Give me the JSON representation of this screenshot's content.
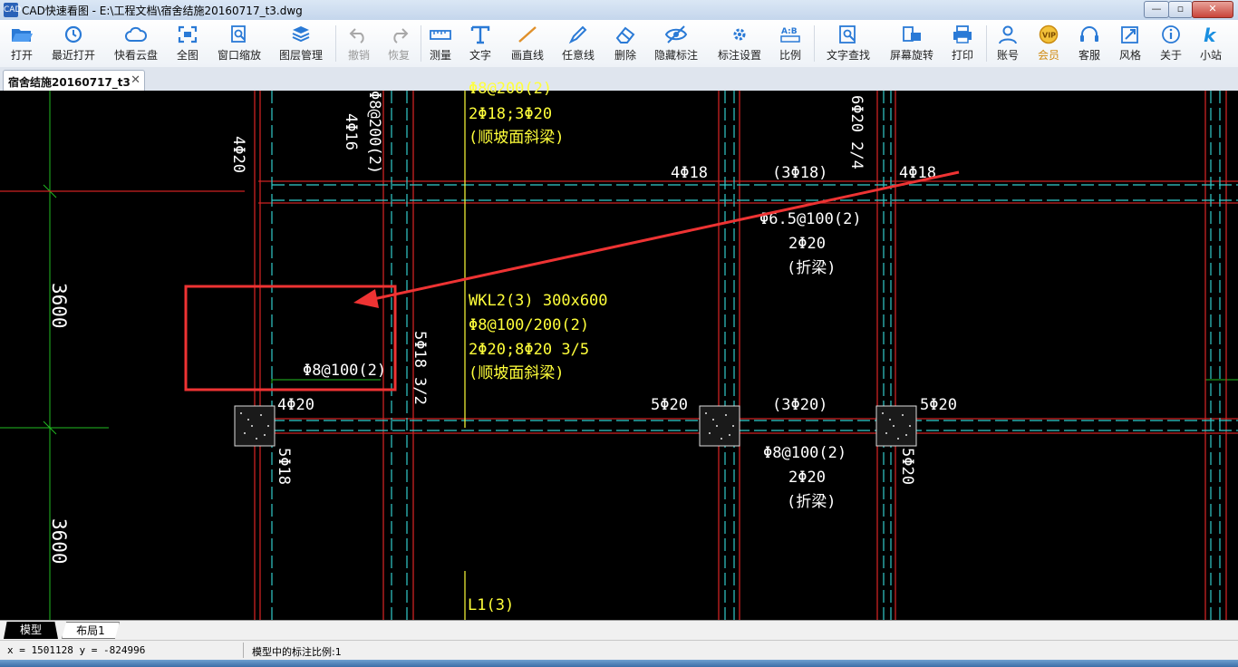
{
  "window": {
    "app_icon_text": "CAD",
    "title": "CAD快速看图 - E:\\工程文档\\宿舍结施20160717_t3.dwg",
    "min_symbol": "—",
    "max_symbol": "▫",
    "close_symbol": "✕"
  },
  "toolbar": [
    {
      "label": "打开",
      "icon": "folder-open-icon",
      "disabled": false
    },
    {
      "label": "最近打开",
      "icon": "recent-clock-icon",
      "disabled": false
    },
    {
      "label": "快看云盘",
      "icon": "cloud-icon",
      "disabled": false
    },
    {
      "label": "全图",
      "icon": "fullview-icon",
      "disabled": false
    },
    {
      "label": "窗口缩放",
      "icon": "window-zoom-icon",
      "disabled": false
    },
    {
      "label": "图层管理",
      "icon": "layers-icon",
      "disabled": false
    },
    {
      "label": "撤销",
      "icon": "undo-icon",
      "disabled": true
    },
    {
      "label": "恢复",
      "icon": "redo-icon",
      "disabled": true
    },
    {
      "label": "测量",
      "icon": "ruler-icon",
      "disabled": false
    },
    {
      "label": "文字",
      "icon": "text-t-icon",
      "disabled": false
    },
    {
      "label": "画直线",
      "icon": "line-icon",
      "disabled": false
    },
    {
      "label": "任意线",
      "icon": "pen-icon",
      "disabled": false
    },
    {
      "label": "删除",
      "icon": "eraser-icon",
      "disabled": false
    },
    {
      "label": "隐藏标注",
      "icon": "eye-hide-icon",
      "disabled": false
    },
    {
      "label": "标注设置",
      "icon": "annotation-settings-icon",
      "disabled": false
    },
    {
      "label": "比例",
      "icon": "scale-icon",
      "disabled": false
    },
    {
      "label": "文字查找",
      "icon": "text-search-icon",
      "disabled": false
    },
    {
      "label": "屏幕旋转",
      "icon": "rotate-screen-icon",
      "disabled": false
    },
    {
      "label": "打印",
      "icon": "printer-icon",
      "disabled": false
    },
    {
      "label": "账号",
      "icon": "user-icon",
      "disabled": false
    },
    {
      "label": "会员",
      "icon": "vip-icon",
      "disabled": false,
      "vip": true
    },
    {
      "label": "客服",
      "icon": "headset-icon",
      "disabled": false
    },
    {
      "label": "风格",
      "icon": "style-icon",
      "disabled": false
    },
    {
      "label": "关于",
      "icon": "info-icon",
      "disabled": false
    },
    {
      "label": "小站",
      "icon": "site-k-icon",
      "disabled": false
    }
  ],
  "tab": {
    "label": "宿舍结施20160717_t3",
    "close": "✕"
  },
  "drawing": {
    "texts_yellow": [
      "Φ8@200(2)",
      "2Φ18;3Φ20",
      "(顺坡面斜梁)",
      "WKL2(3) 300x600",
      "Φ8@100/200(2)",
      "2Φ20;8Φ20 3/5",
      "(顺坡面斜梁)",
      "L1(3)"
    ],
    "texts_white": [
      "4Φ20",
      "Φ8@200(2)",
      "4Φ16",
      "4Φ18",
      "(3Φ18)",
      "4Φ18",
      "6Φ20 2/4",
      "Φ6.5@100(2)",
      "2Φ20",
      "(折梁)",
      "3600",
      "Φ8@100(2)",
      "5Φ18 3/2",
      "4Φ20",
      "5Φ20",
      "(3Φ20)",
      "5Φ20",
      "5Φ18",
      "Φ8@100(2)",
      "2Φ20",
      "(折梁)",
      "5Φ20",
      "3600"
    ]
  },
  "colors": {
    "annotation_arrow": "#ee3333",
    "beam_dash": "#33cccc",
    "beam_solid": "#cc2222",
    "dim_line": "#22bb22",
    "text_yellow": "#ffff3a"
  },
  "layout_tabs": {
    "model": "模型",
    "layout1": "布局1"
  },
  "status": {
    "coords": "x = 1501128  y = -824996",
    "scale": "模型中的标注比例:1"
  }
}
